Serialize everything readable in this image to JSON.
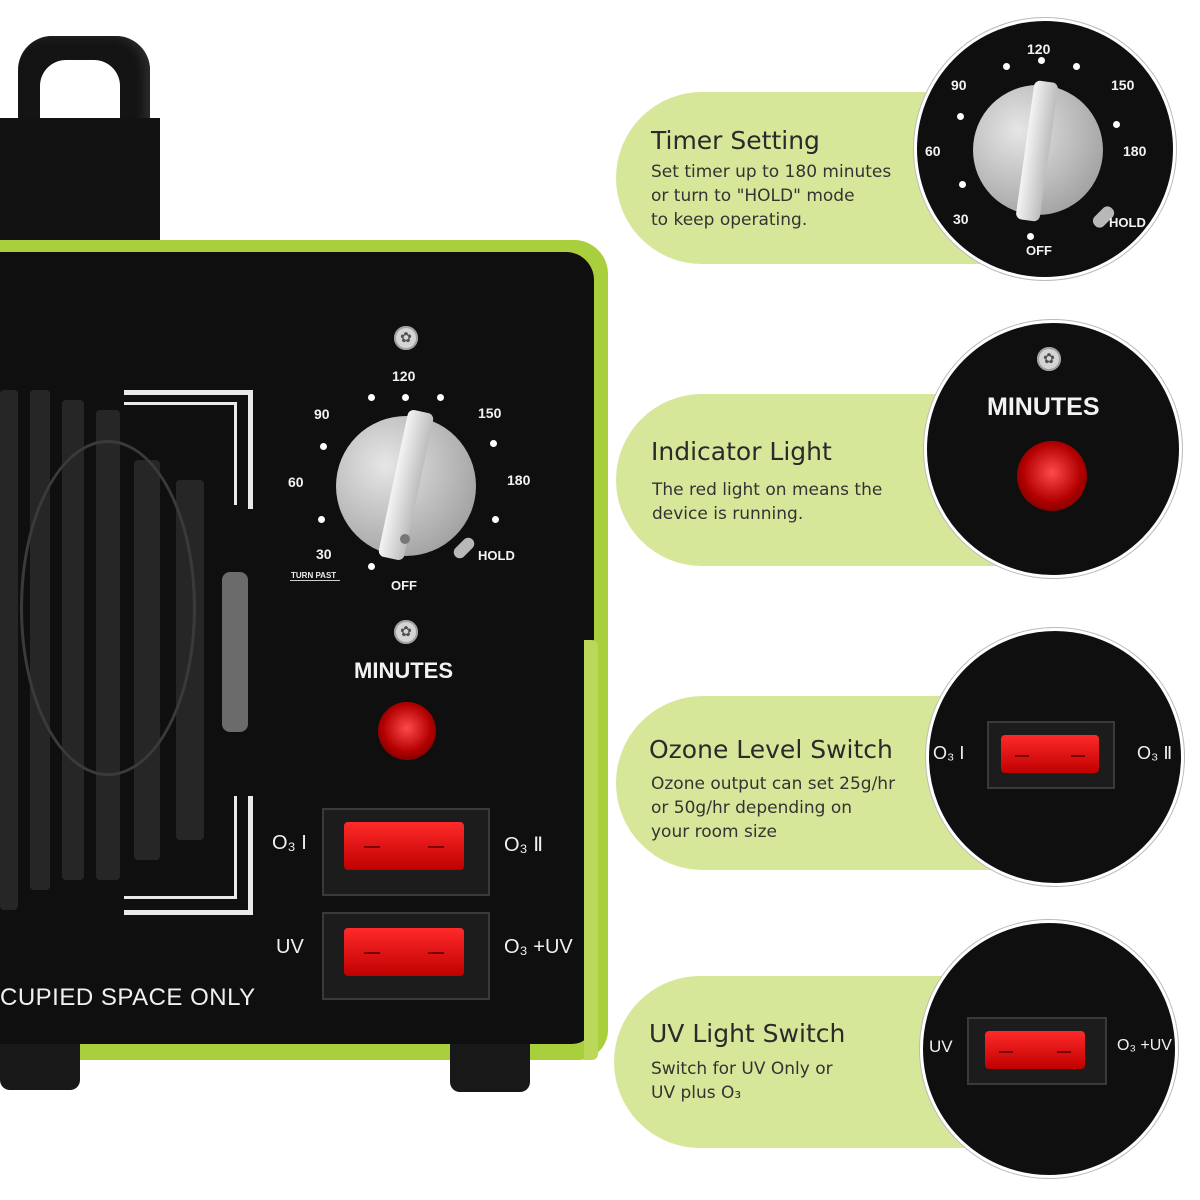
{
  "dial": {
    "marks": [
      "120",
      "150",
      "180",
      "HOLD",
      "OFF",
      "30",
      "60",
      "90"
    ],
    "turn_past": "TURN PAST"
  },
  "indicator": {
    "label": "MINUTES"
  },
  "switches": {
    "ozone": {
      "left": "O₃ I",
      "right": "O₃ Ⅱ"
    },
    "uv": {
      "left": "UV",
      "right": "O₃ +UV"
    }
  },
  "warning_text": "CUPIED SPACE ONLY",
  "callouts": [
    {
      "title": "Timer Setting",
      "description": [
        "Set timer up to 180 minutes",
        "or turn to \"HOLD\" mode",
        "to keep operating."
      ]
    },
    {
      "title": "Indicator Light",
      "description": [
        "The red light on means the",
        "device is  running."
      ]
    },
    {
      "title": "Ozone Level Switch",
      "description": [
        "Ozone output can set 25g/hr",
        "or 50g/hr depending on",
        "your room size"
      ]
    },
    {
      "title": "UV Light Switch",
      "description": [
        "Switch for UV Only or",
        "UV plus O₃"
      ]
    }
  ],
  "colors": {
    "accent": "#a9cf3c",
    "callout_bg": "#d7e79a",
    "device": "#0f0f0f",
    "light_red": "#e00000"
  }
}
